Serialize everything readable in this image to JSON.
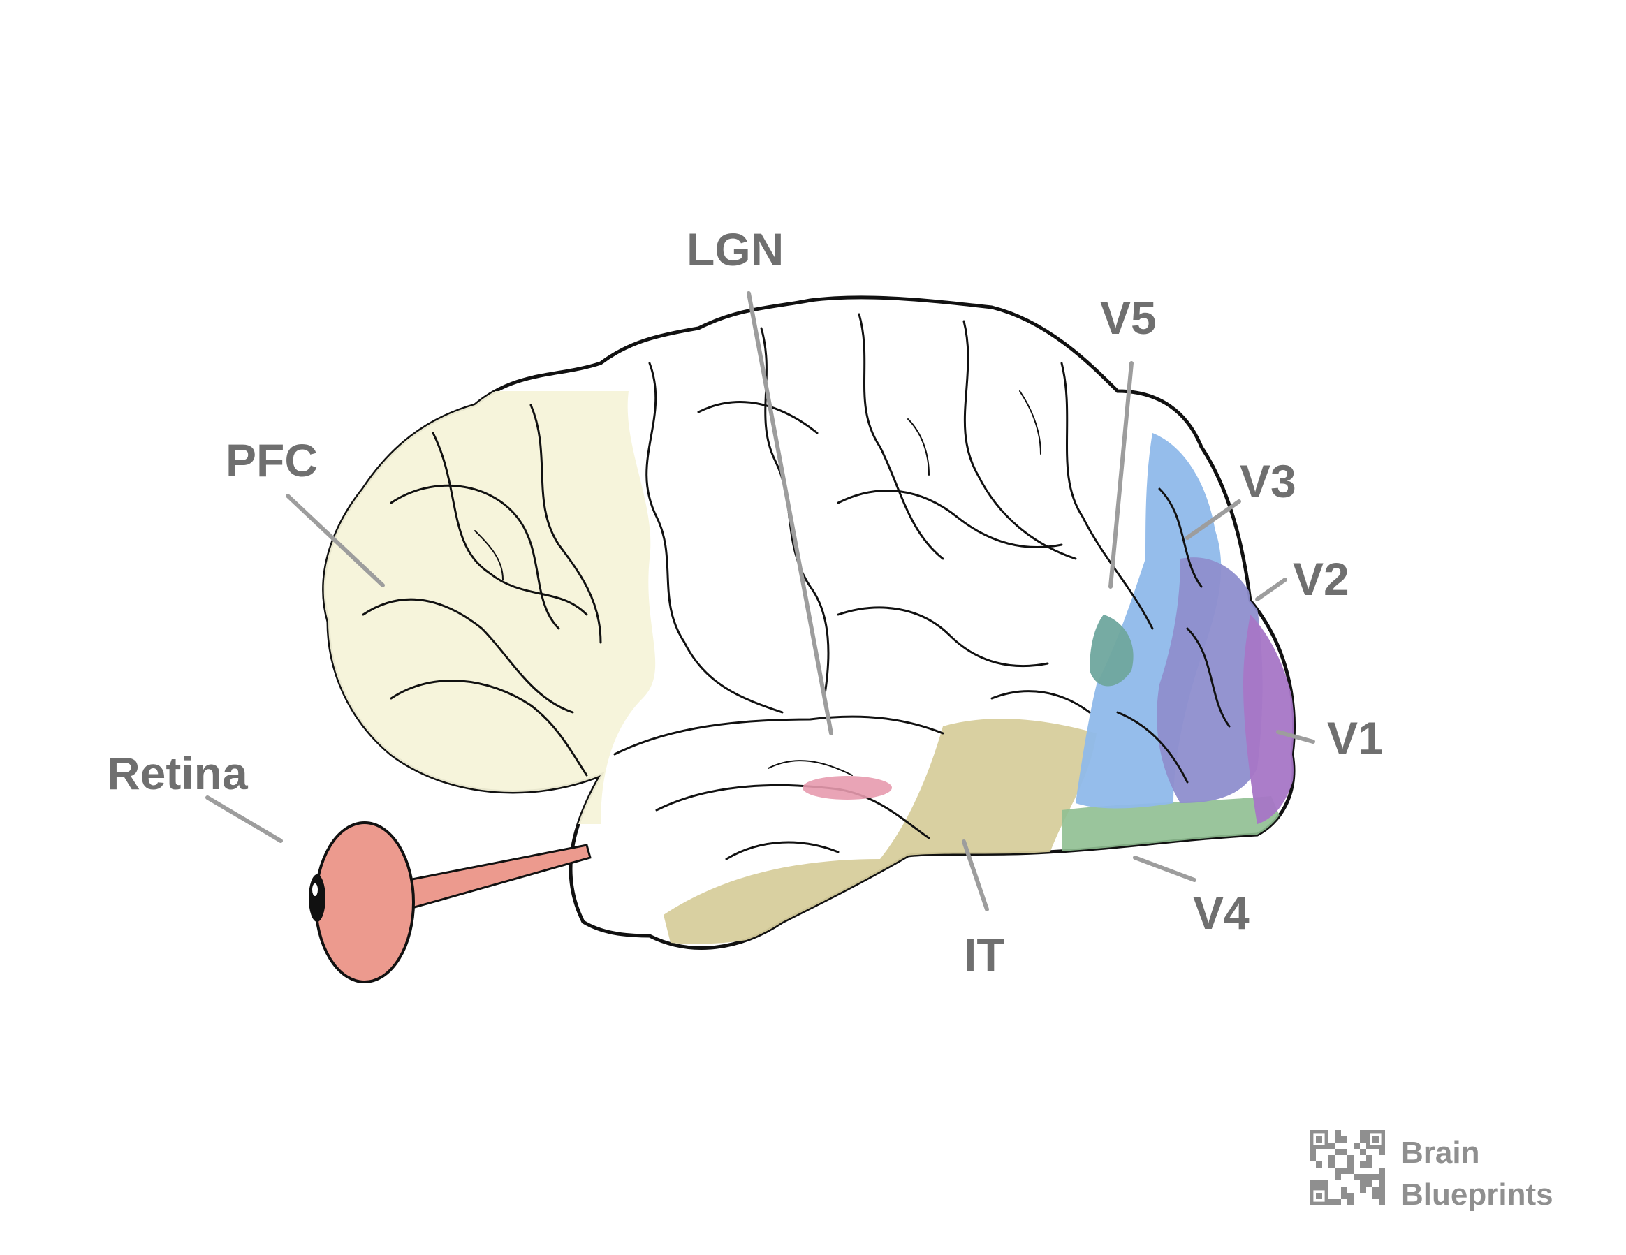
{
  "labels": {
    "lgn": "LGN",
    "v5": "V5",
    "pfc": "PFC",
    "v3": "V3",
    "v2": "V2",
    "v1": "V1",
    "retina": "Retina",
    "it": "IT",
    "v4": "V4"
  },
  "branding": {
    "line1": "Brain",
    "line2": "Blueprints",
    "logo_icon": "qr-code-icon"
  },
  "colors": {
    "pfc": "#f5f3d9",
    "it": "#d7cd9c",
    "v1": "#a776c6",
    "v2": "#8e8ece",
    "v3": "#8fb9ea",
    "v4": "#8fbf91",
    "v5": "#6fa69e",
    "lgn": "#e79aae",
    "eye": "#ec9a8e",
    "label_text": "#6f6f6f",
    "leader": "#9d9d9d"
  }
}
